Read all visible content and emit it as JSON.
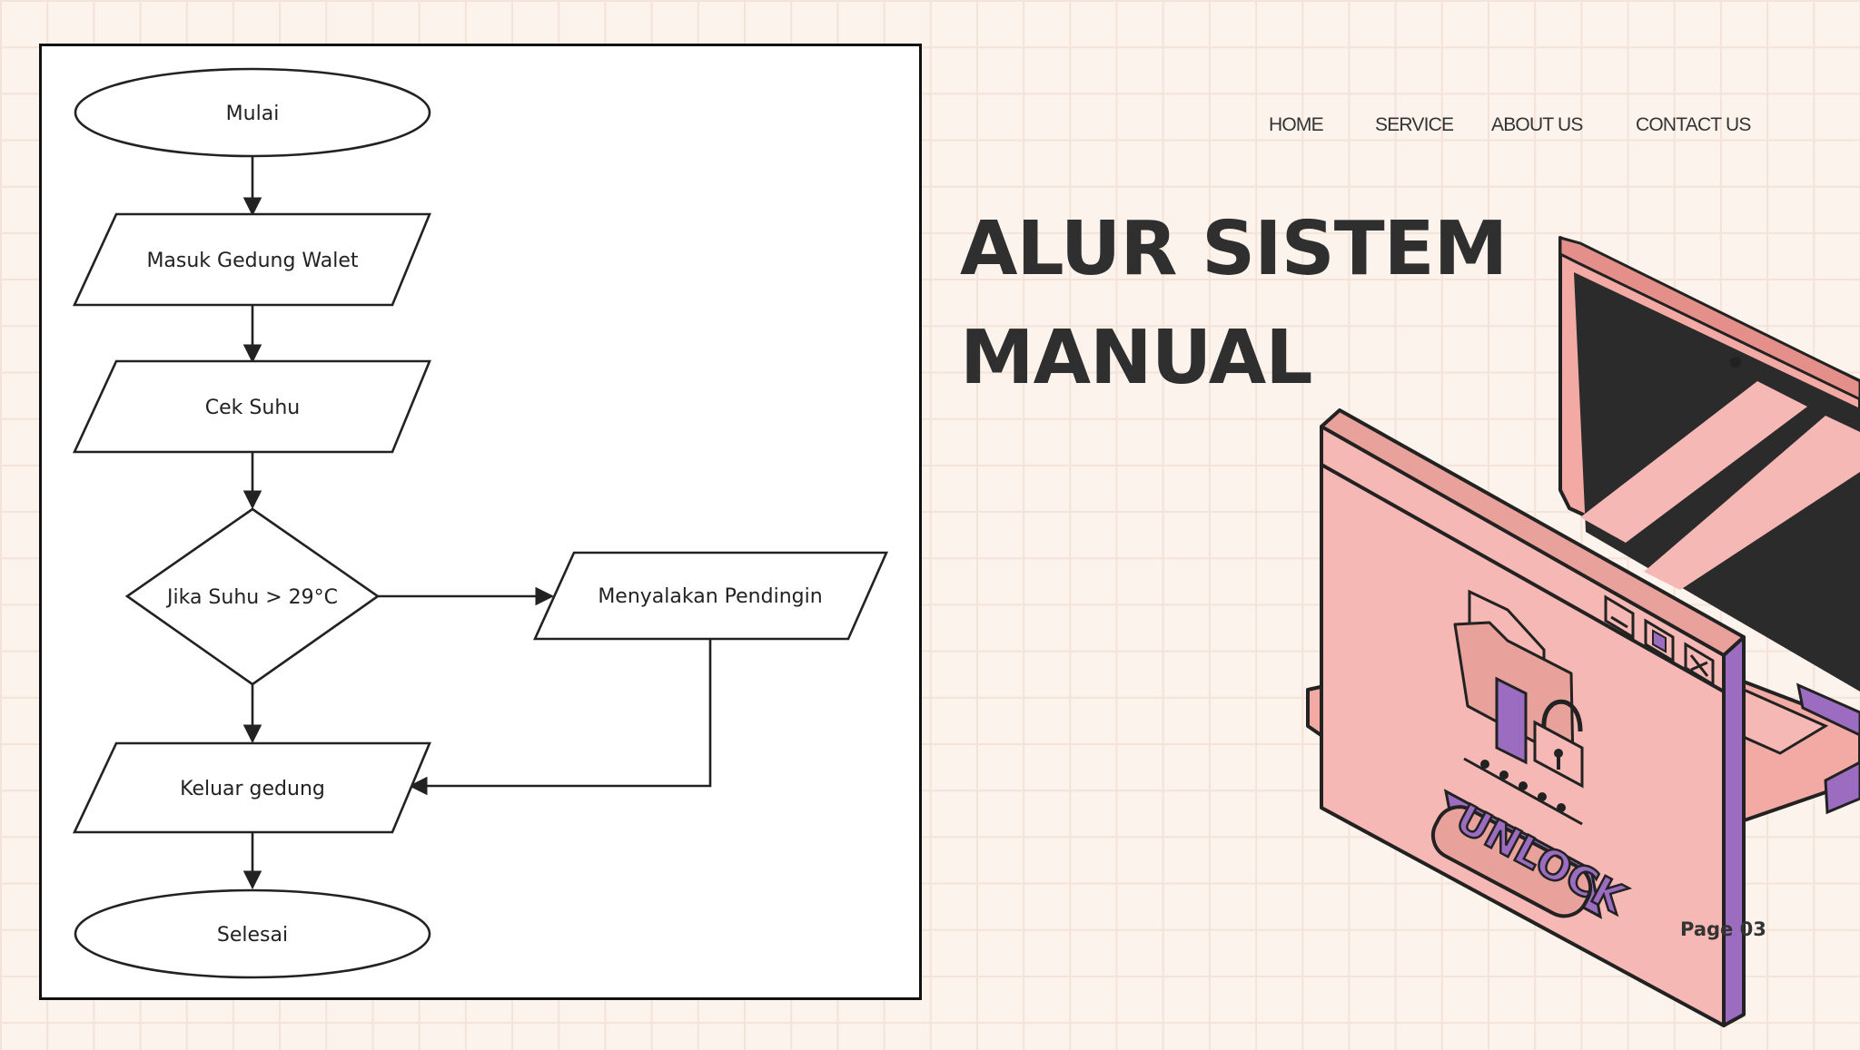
{
  "nav": {
    "home": "HOME",
    "service": "SERVICE",
    "about": "ABOUT US",
    "contact": "CONTACT US"
  },
  "title": {
    "line1": "ALUR SISTEM",
    "line2": "MANUAL"
  },
  "flowchart": {
    "start": "Mulai",
    "enter": "Masuk Gedung Walet",
    "check": "Cek Suhu",
    "decision": "Jika Suhu > 29°C",
    "cooler": "Menyalakan Pendingin",
    "exit": "Keluar gedung",
    "end": "Selesai"
  },
  "illustration": {
    "button_text": "UNLOCK",
    "icons": [
      "folder-icon",
      "padlock-icon",
      "minimize-icon",
      "maximize-icon",
      "close-icon"
    ]
  },
  "page_number": "Page 03",
  "colors": {
    "background": "#fcf3ec",
    "pink": "#f6b8b4",
    "pink_dark": "#e9a19b",
    "purple": "#9b6cc0",
    "dark": "#222222"
  }
}
